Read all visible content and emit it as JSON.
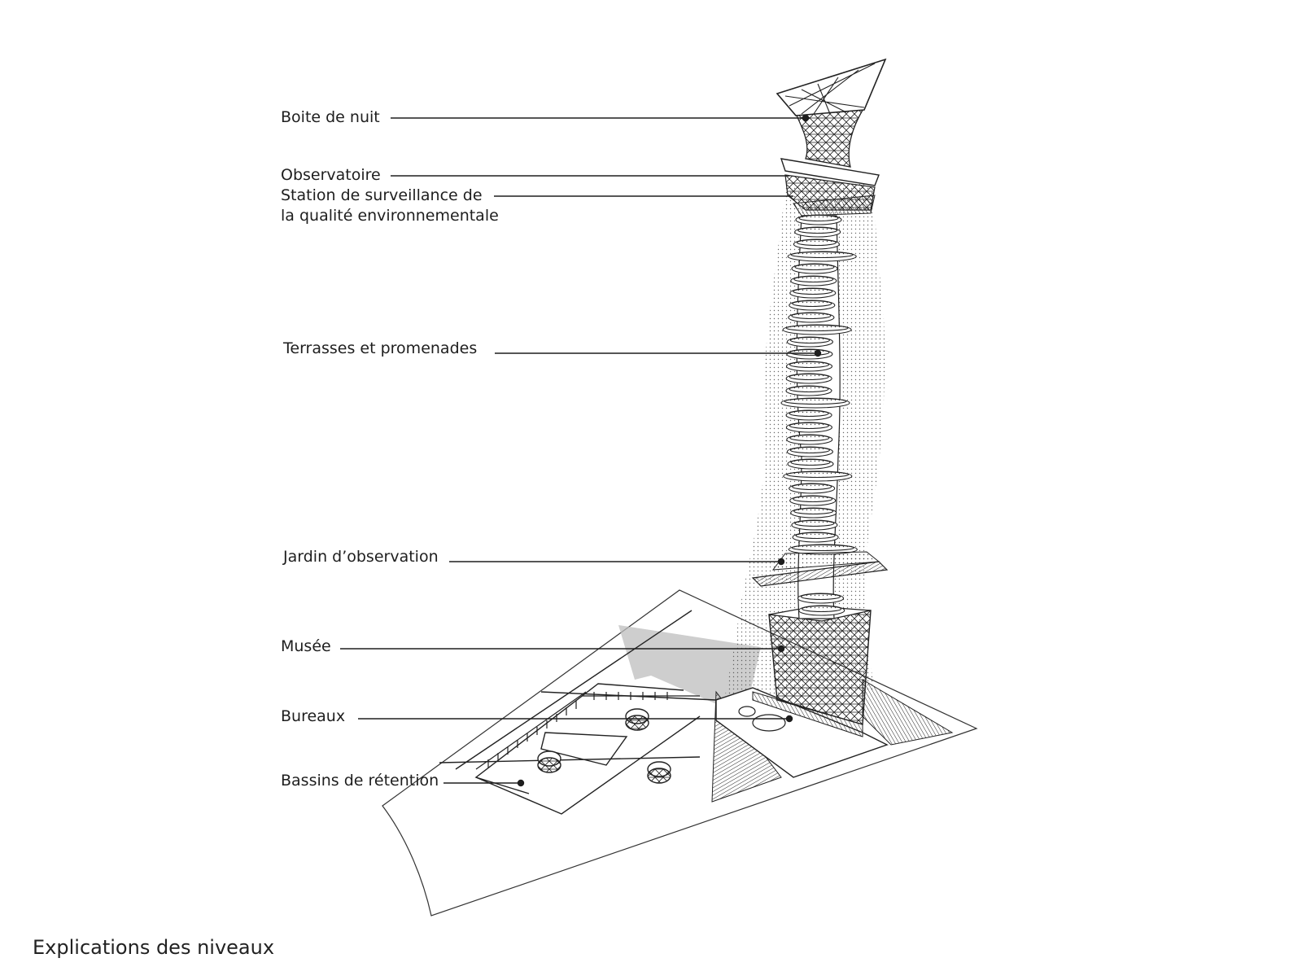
{
  "labels": {
    "nightclub": "Boite de nuit",
    "observatory": "Observatoire",
    "monitoring_line1": "Station de surveillance de",
    "monitoring_line2": "la qualité environnementale",
    "terraces": "Terrasses et promenades",
    "garden": "Jardin d’observation",
    "museum": "Musée",
    "offices": "Bureaux",
    "basins": "Bassins de rétention"
  },
  "caption": "Explications des niveaux",
  "colors": {
    "ink": "#1e1e1e",
    "shadow": "#bdbdbd",
    "paper": "#ffffff"
  }
}
